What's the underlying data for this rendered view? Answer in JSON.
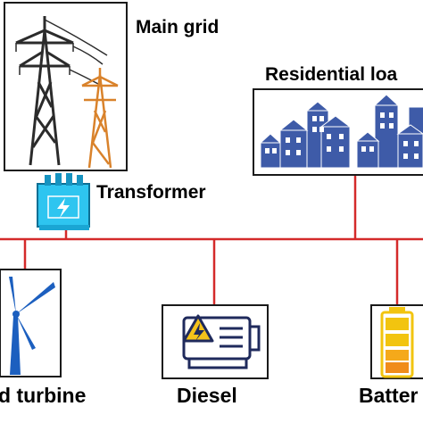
{
  "labels": {
    "main_grid": "Main grid",
    "residential_load": "Residential loa",
    "transformer": "Transformer",
    "wind_turbine": "d turbine",
    "diesel": "Diesel",
    "battery": "Batter"
  },
  "colors": {
    "bus_line": "#d42a2a",
    "frame": "#1a1a1a",
    "pylon_dark": "#2b2b2b",
    "pylon_orange": "#d9822b",
    "house_blue": "#3e5ba8",
    "house_light": "#8fa5d8",
    "turbine_blue": "#1c5fbf",
    "transformer_cyan": "#2ec5f0",
    "diesel_navy": "#1f2a5c",
    "diesel_yellow": "#f4c21a",
    "battery_yellow": "#f2c40f",
    "battery_orange": "#f08c1a"
  },
  "icons": [
    "pylon-icon",
    "houses-icon",
    "transformer-icon",
    "wind-turbine-icon",
    "diesel-generator-icon",
    "battery-icon"
  ]
}
